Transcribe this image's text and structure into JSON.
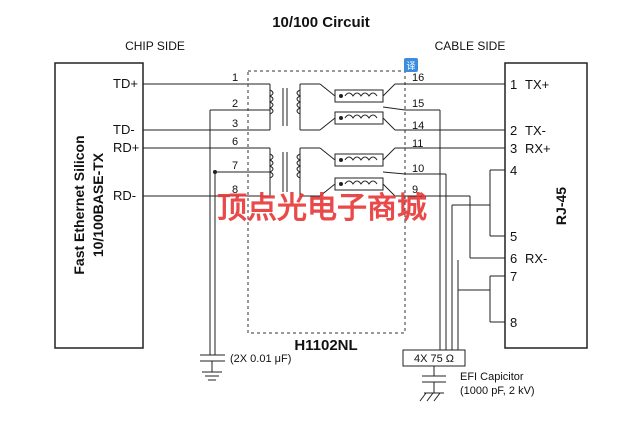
{
  "title": "10/100 Circuit",
  "chip_side_label": "CHIP SIDE",
  "cable_side_label": "CABLE SIDE",
  "chip": {
    "line1": "Fast Ethernet Silicon",
    "line2": "10/100BASE-TX",
    "pins": [
      "TD+",
      "TD-",
      "RD+",
      "RD-"
    ]
  },
  "transformer": {
    "part": "H1102NL",
    "left_pins": [
      "1",
      "2",
      "3",
      "6",
      "7",
      "8"
    ],
    "right_pins": [
      "16",
      "15",
      "14",
      "11",
      "10",
      "9"
    ]
  },
  "connector": {
    "name": "RJ-45",
    "pins": [
      {
        "num": "1",
        "label": "TX+"
      },
      {
        "num": "2",
        "label": "TX-"
      },
      {
        "num": "3",
        "label": "RX+"
      },
      {
        "num": "4",
        "label": ""
      },
      {
        "num": "5",
        "label": ""
      },
      {
        "num": "6",
        "label": "RX-"
      },
      {
        "num": "7",
        "label": ""
      },
      {
        "num": "8",
        "label": ""
      }
    ]
  },
  "capacitor_left_label": "(2X 0.01 μF)",
  "resistor_label": "4X 75 Ω",
  "efi_label_1": "EFI Capicitor",
  "efi_label_2": "(1000 pF, 2 kV)",
  "translate_badge": "译",
  "watermark": "顶点光电子商城",
  "colors": {
    "watermark": "#e83535",
    "badge": "#3b8de0",
    "line": "#222222"
  }
}
